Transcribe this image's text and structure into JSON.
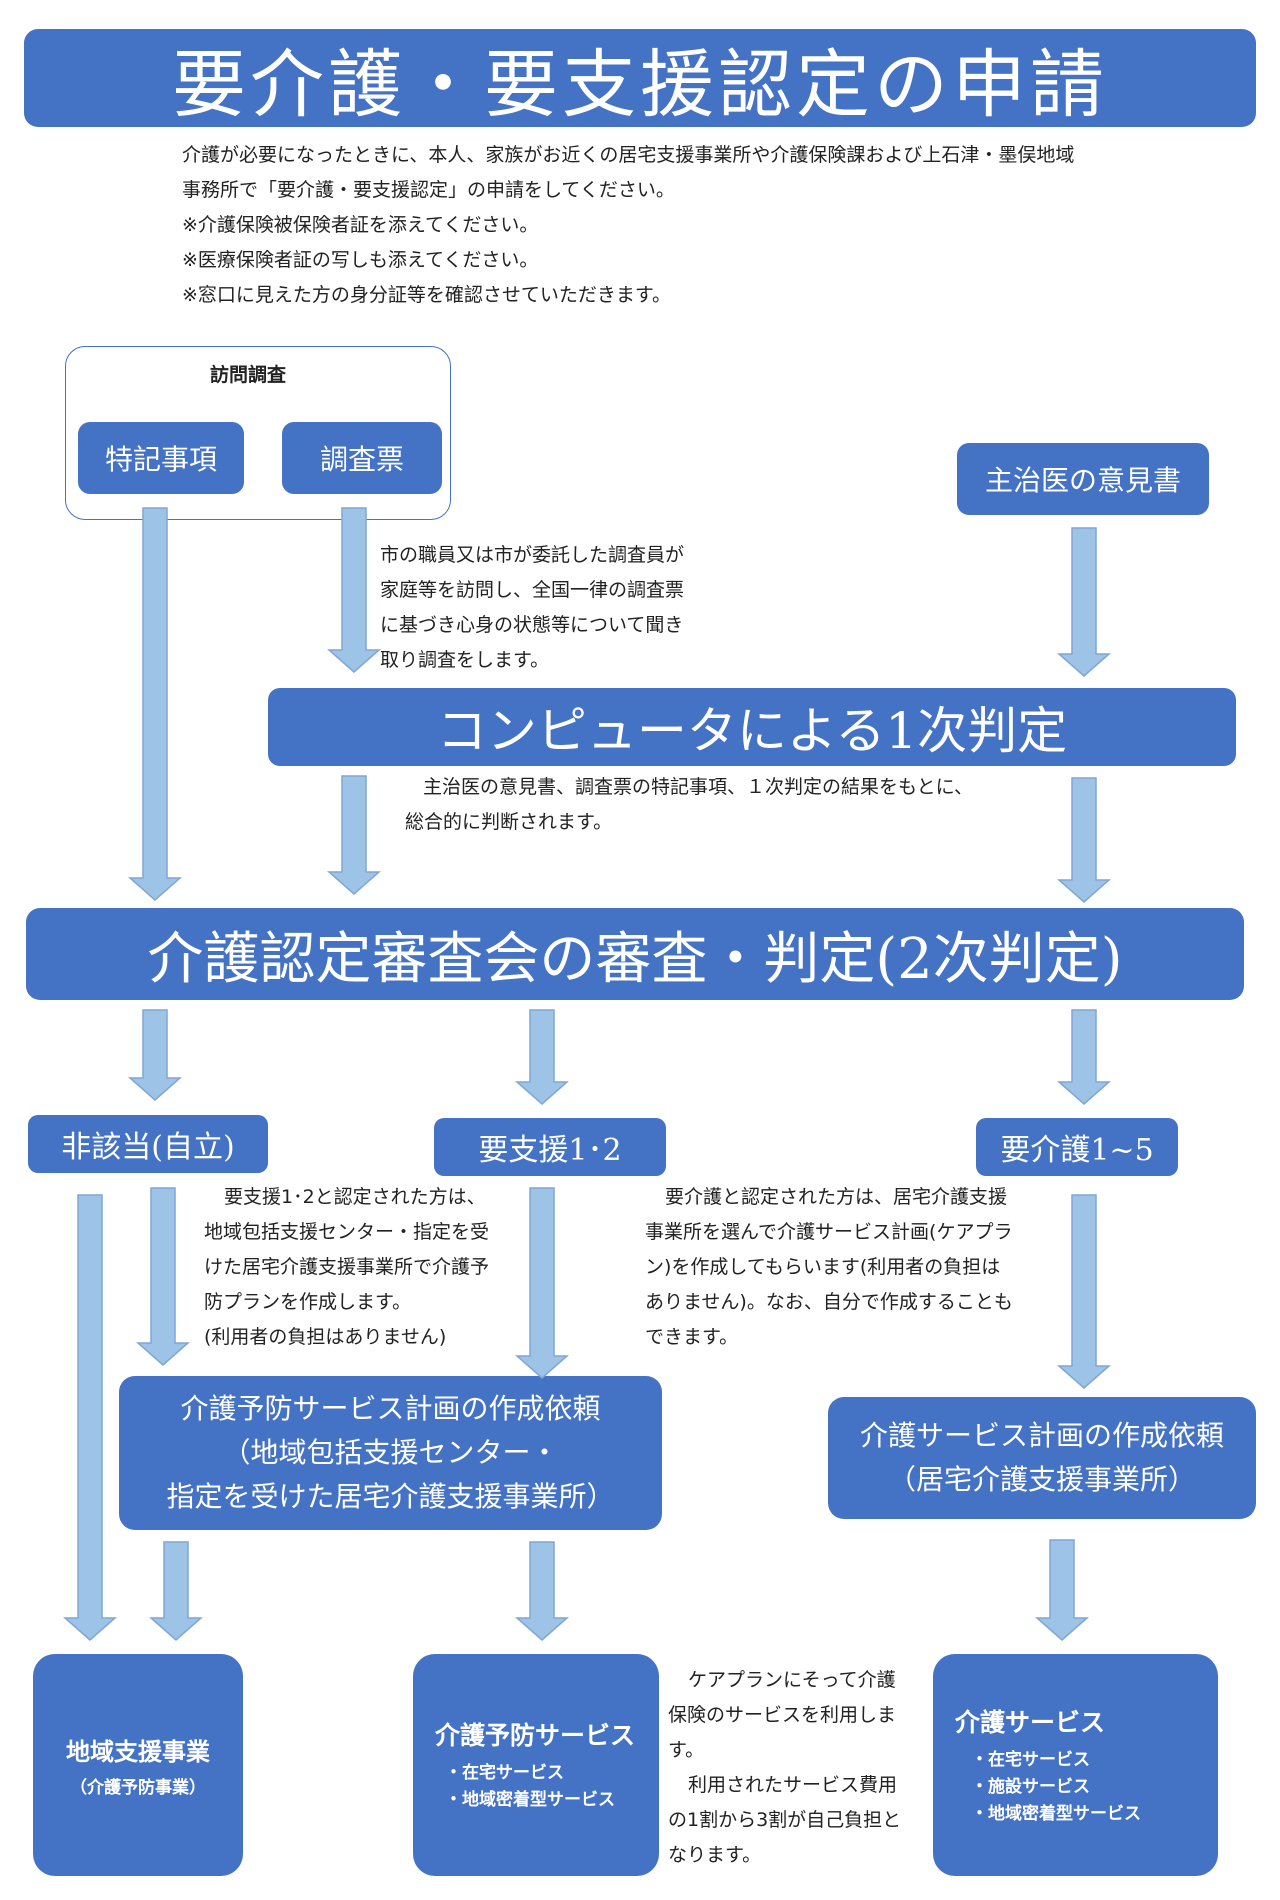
{
  "title": "要介護・要支援認定の申請",
  "intro": [
    "介護が必要になったときに、本人、家族がお近くの居宅支援事業所や介護保険課および上石津・墨俣地域",
    "事務所で「要介護・要支援認定」の申請をしてください。",
    "※介護保険被保険者証を添えてください。",
    "※医療保険者証の写しも添えてください。",
    "※窓口に見えた方の身分証等を確認させていただきます。"
  ],
  "visit_survey": {
    "label": "訪問調査",
    "special_notes": "特記事項",
    "survey_sheet": "調査票"
  },
  "doctor_opinion": "主治医の意見書",
  "survey_note": [
    "市の職員又は市が委託した調査員が",
    "家庭等を訪問し、全国一律の調査票",
    "に基づき心身の状態等について聞き",
    "取り調査をします。"
  ],
  "first_judgment": "コンピュータによる1次判定",
  "first_note": [
    "主治医の意見書、調査票の特記事項、１次判定の結果をもとに、",
    "総合的に判断されます。"
  ],
  "second_judgment": "介護認定審査会の審査・判定(2次判定)",
  "results": {
    "not_applicable": "非該当(自立)",
    "support": "要支援1･2",
    "care": "要介護1~5"
  },
  "support_note": [
    "要支援1･2と認定された方は、",
    "地域包括支援センター・指定を受",
    "けた居宅介護支援事業所で介護予",
    "防プランを作成します。",
    "(利用者の負担はありません)"
  ],
  "care_note": [
    "要介護と認定された方は、居宅介護支援",
    "事業所を選んで介護サービス計画(ケアプラ",
    "ン)を作成してもらいます(利用者の負担は",
    "ありません)。なお、自分で作成することも",
    "できます。"
  ],
  "prevention_request": [
    "介護予防サービス計画の作成依頼",
    "（地域包括支援センター・",
    "指定を受けた居宅介護支援事業所）"
  ],
  "care_request": [
    "介護サービス計画の作成依頼",
    "（居宅介護支援事業所）"
  ],
  "community_support": {
    "title": "地域支援事業",
    "sub": "（介護予防事業）"
  },
  "prevention_service": {
    "title": "介護予防サービス",
    "items": [
      "・在宅サービス",
      "・地域密着型サービス"
    ]
  },
  "use_note": [
    "ケアプランにそって介護",
    "保険のサービスを利用しま",
    "す。",
    "利用されたサービス費用",
    "の1割から3割が自己負担と",
    "なります。"
  ],
  "care_service": {
    "title": "介護サービス",
    "items": [
      "・在宅サービス",
      "・施設サービス",
      "・地域密着型サービス"
    ]
  },
  "colors": {
    "box": "#4472c4",
    "arrow_fill": "#9dc3e6",
    "arrow_stroke": "#7fa7d4"
  }
}
